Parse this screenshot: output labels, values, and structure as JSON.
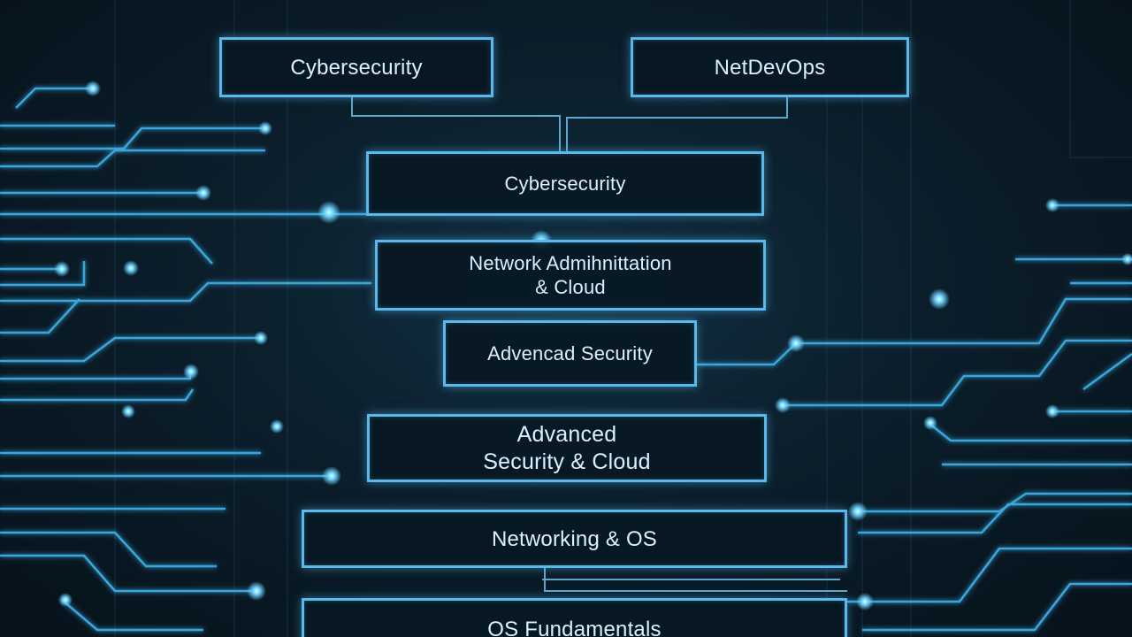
{
  "diagram": {
    "nodes": [
      {
        "id": "cyber_top",
        "label": "Cybersecurity"
      },
      {
        "id": "netdevops",
        "label": "NetDevOps"
      },
      {
        "id": "cyber_mid",
        "label": "Cybersecurity"
      },
      {
        "id": "netadmin",
        "label": "Network Admihnittation\n& Cloud"
      },
      {
        "id": "advsec",
        "label": "Advencad Security"
      },
      {
        "id": "advsecloud",
        "label": "Advanced\nSecurity & Cloud"
      },
      {
        "id": "networking",
        "label": "Networking & OS"
      },
      {
        "id": "osfund",
        "label": "OS Fundamentals"
      }
    ],
    "edges": [
      {
        "from": "cyber_top",
        "to": "cyber_mid"
      },
      {
        "from": "netdevops",
        "to": "cyber_mid"
      },
      {
        "from": "networking",
        "to": "osfund"
      }
    ]
  },
  "colors": {
    "background": "#07131d",
    "node_border": "#58b9ec",
    "node_text": "#d9f1ff",
    "trace": "#3aa6dc",
    "glow": "#6fd4ff"
  }
}
